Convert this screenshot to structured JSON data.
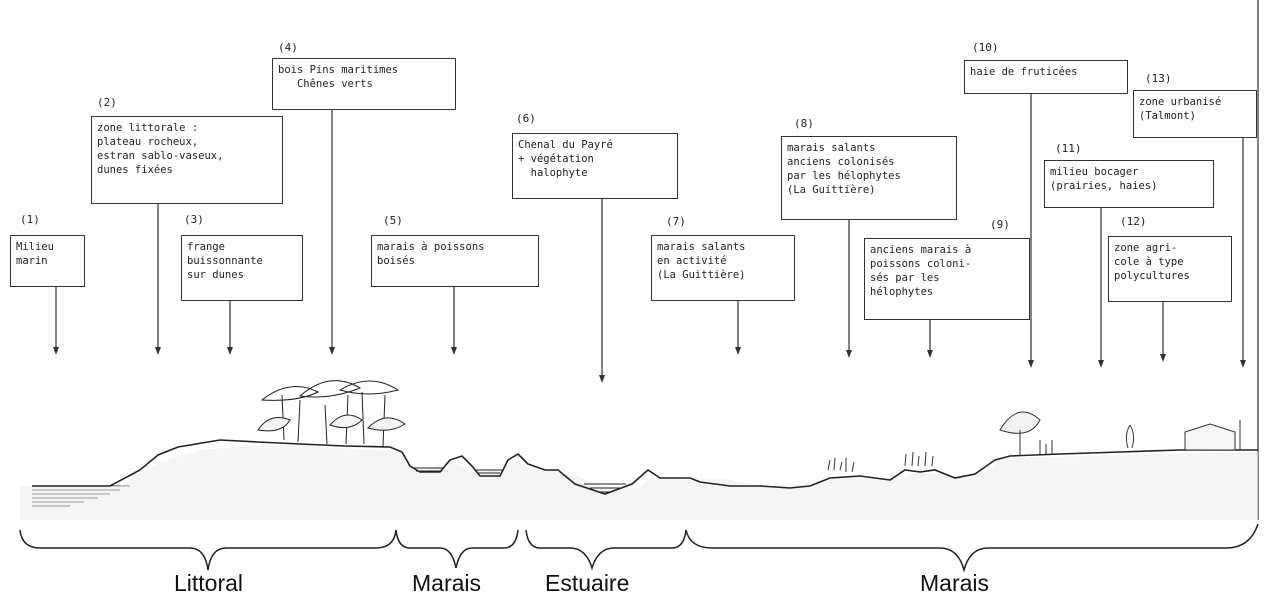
{
  "stations": [
    {
      "id": "1",
      "number": "(1)",
      "label": "Milieu\nmarin"
    },
    {
      "id": "2",
      "number": "(2)",
      "label": "zone littorale :\nplateau rocheux,\nestran sablo-vaseux,\ndunes fixées"
    },
    {
      "id": "3",
      "number": "(3)",
      "label": "frange\nbuissonnante\nsur dunes"
    },
    {
      "id": "4",
      "number": "(4)",
      "label": "bois Pins maritimes\n   Chênes verts"
    },
    {
      "id": "5",
      "number": "(5)",
      "label": "marais à poissons\nboisés"
    },
    {
      "id": "6",
      "number": "(6)",
      "label": "Chenal du Payré\n+ végétation\n  halophyte"
    },
    {
      "id": "7",
      "number": "(7)",
      "label": "marais salants\nen activité\n(La Guittière)"
    },
    {
      "id": "8",
      "number": "(8)",
      "label": "marais salants\nanciens colonisés\npar les hélophytes\n(La Guittière)"
    },
    {
      "id": "9",
      "number": "(9)",
      "label": "anciens marais à\npoissons coloni-\nsés par les\nhélophytes"
    },
    {
      "id": "10",
      "number": "(10)",
      "label": "haie de fruticées"
    },
    {
      "id": "11",
      "number": "(11)",
      "label": "milieu bocager\n(prairies, haies)"
    },
    {
      "id": "12",
      "number": "(12)",
      "label": "zone agri-\ncole à type\npolycultures"
    },
    {
      "id": "13",
      "number": "(13)",
      "label": "zone urbanisé\n(Talmont)"
    }
  ],
  "zones": [
    {
      "id": "littoral",
      "label": "Littoral"
    },
    {
      "id": "marais-1",
      "label": "Marais"
    },
    {
      "id": "estuaire",
      "label": "Estuaire"
    },
    {
      "id": "marais-2",
      "label": "Marais"
    }
  ]
}
